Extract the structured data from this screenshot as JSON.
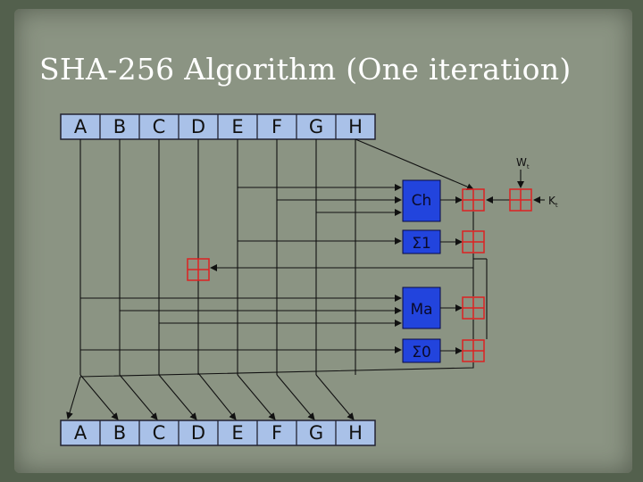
{
  "slide": {
    "title": "SHA-256 Algorithm (One iteration)"
  },
  "diagram": {
    "registers_top": [
      "A",
      "B",
      "C",
      "D",
      "E",
      "F",
      "G",
      "H"
    ],
    "registers_bottom": [
      "A",
      "B",
      "C",
      "D",
      "E",
      "F",
      "G",
      "H"
    ],
    "functions": {
      "ch": "Ch",
      "sigma1": "Σ1",
      "ma": "Ma",
      "sigma0": "Σ0"
    },
    "inputs": {
      "w": "W",
      "w_sub": "t",
      "k": "K",
      "k_sub": "t"
    }
  },
  "colors": {
    "register_fill": "#a9c1e8",
    "function_fill": "#2244dd",
    "adder_stroke": "#dd2222"
  }
}
